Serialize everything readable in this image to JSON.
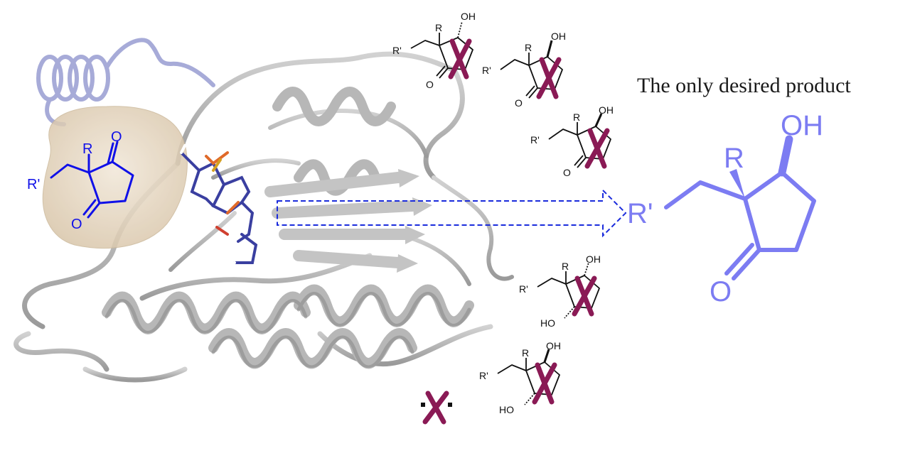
{
  "title": "The only desired product",
  "colors": {
    "enzyme": "#b9b9b9",
    "enzyme_dark": "#8e8e8e",
    "helix_top": "#a9add6",
    "pocket": "#e6d8c4",
    "substrate": "#1010e8",
    "product": "#7c7cf2",
    "cross": "#8a1a55",
    "arrow": "#1a2bdc"
  },
  "substrate": {
    "r_label": "R",
    "r_prime_label": "R'",
    "o_top_label": "O",
    "o_bottom_label": "O"
  },
  "product": {
    "oh_label": "OH",
    "r_label": "R",
    "r_prime_label": "R'",
    "o_label": "O"
  },
  "undesired_products": [
    {
      "oh": "OH",
      "r": "R",
      "r_prime": "R'",
      "o": "O"
    },
    {
      "oh": "OH",
      "r": "R",
      "r_prime": "R'",
      "o": "O"
    },
    {
      "oh": "OH",
      "r": "R",
      "r_prime": "R'",
      "o": "O"
    },
    {
      "oh": "OH",
      "r": "R",
      "r_prime": "R'",
      "ho": "HO"
    },
    {
      "oh": "OH",
      "r": "R",
      "r_prime": "R'",
      "ho": "HO"
    }
  ],
  "crossed_symbol": "·X·"
}
